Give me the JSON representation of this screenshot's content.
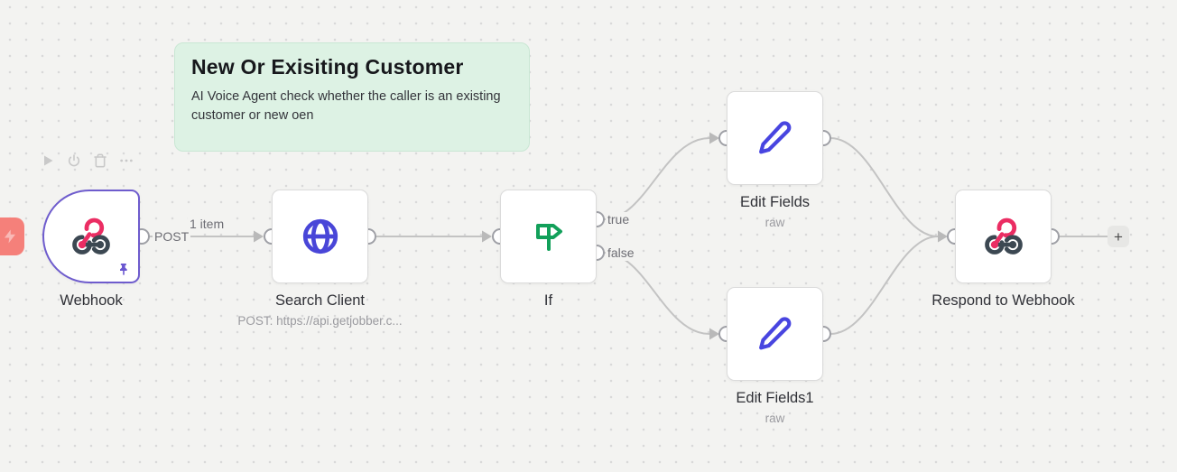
{
  "canvas": {
    "background": "#f3f3f1",
    "dot_color": "#d9d9d9"
  },
  "sticky_note": {
    "title": "New Or Exisiting Customer",
    "body": "AI Voice Agent check whether the caller is an existing customer or new oen",
    "bg_color": "#ddf2e4"
  },
  "node_toolbar": {
    "icons": [
      "play",
      "power",
      "trash",
      "ellipsis"
    ]
  },
  "nodes": [
    {
      "id": "webhook",
      "label": "Webhook",
      "icon": "webhook-icon",
      "pinned": true,
      "selected": true
    },
    {
      "id": "search_client",
      "label": "Search Client",
      "subtitle": "POST: https://api.getjobber.c...",
      "icon": "globe-icon"
    },
    {
      "id": "if",
      "label": "If",
      "icon": "signpost-icon"
    },
    {
      "id": "edit_fields",
      "label": "Edit Fields",
      "subtitle": "raw",
      "icon": "pencil-icon"
    },
    {
      "id": "edit_fields1",
      "label": "Edit Fields1",
      "subtitle": "raw",
      "icon": "pencil-icon"
    },
    {
      "id": "respond_webhook",
      "label": "Respond to Webhook",
      "icon": "webhook-icon"
    }
  ],
  "connection_labels": {
    "webhook_method": "POST",
    "items": "1 item",
    "if_true": "true",
    "if_false": "false"
  },
  "add_node_button": "+",
  "colors": {
    "webhook_pink": "#eb2d63",
    "webhook_dark": "#3c4852",
    "http_blue": "#4946d8",
    "if_green": "#12a05a",
    "set_blue": "#4845e0",
    "selected_border": "#6e5ccd",
    "connector": "#c3c3c3",
    "trigger_red": "#f5807a"
  }
}
